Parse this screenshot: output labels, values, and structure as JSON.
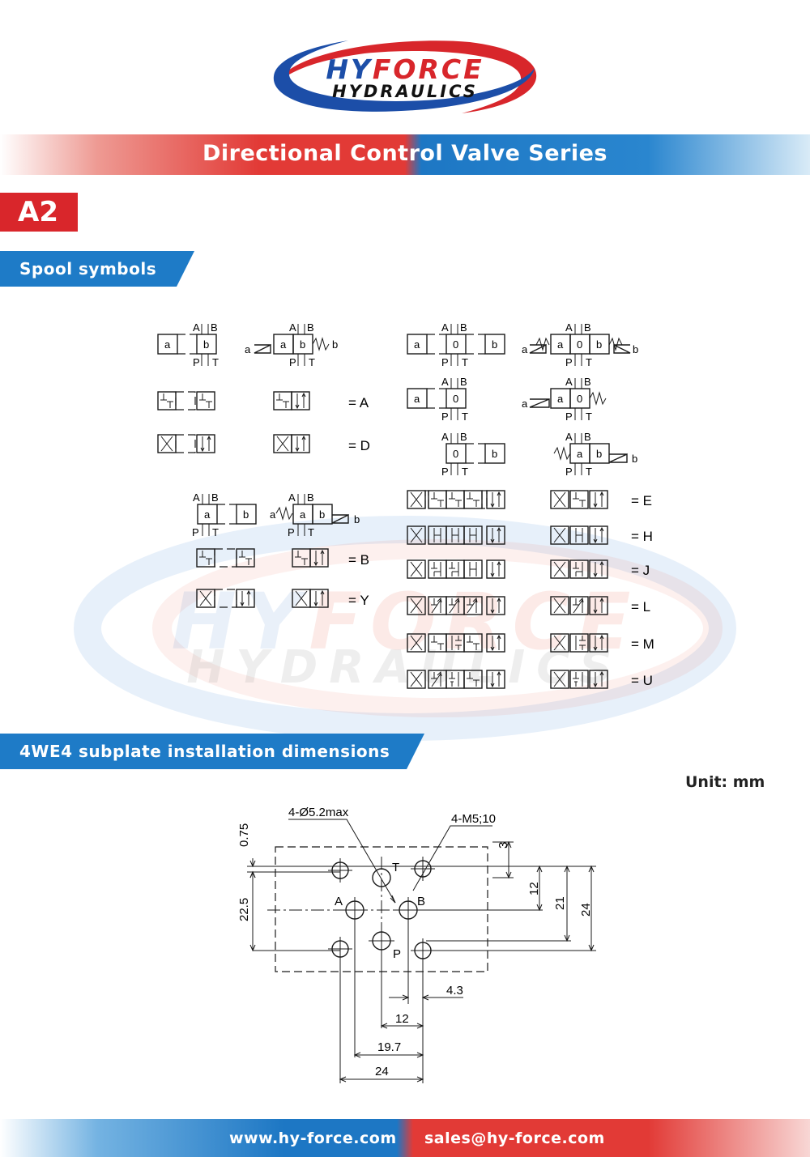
{
  "logo": {
    "line1_blue": "HY",
    "line1_red": "FORCE",
    "line2": "HYDRAULICS"
  },
  "banner": {
    "title": "Directional Control Valve Series"
  },
  "badge": "A2",
  "sections": {
    "spool": "Spool symbols",
    "subplate": "4WE4 subplate installation dimensions"
  },
  "unit": "Unit: mm",
  "ports": {
    "a": "a",
    "b": "b",
    "zero": "0",
    "A": "A",
    "B": "B",
    "P": "P",
    "T": "T"
  },
  "spool_codes": {
    "A": "= A",
    "D": "= D",
    "B": "= B",
    "Y": "= Y",
    "E": "= E",
    "H": "= H",
    "J": "= J",
    "L": "= L",
    "M": "= M",
    "U": "= U"
  },
  "dims": {
    "holes_label": "4-Ø5.2max",
    "threads_label": "4-M5;10",
    "d075": "0.75",
    "d225": "22.5",
    "d3": "3",
    "d12v": "12",
    "d21": "21",
    "d24v": "24",
    "d43": "4.3",
    "d12h": "12",
    "d197": "19.7",
    "d24h": "24",
    "pT": "T",
    "pA": "A",
    "pB": "B",
    "pP": "P"
  },
  "footer": {
    "web": "www.hy-force.com",
    "email": "sales@hy-force.com"
  }
}
